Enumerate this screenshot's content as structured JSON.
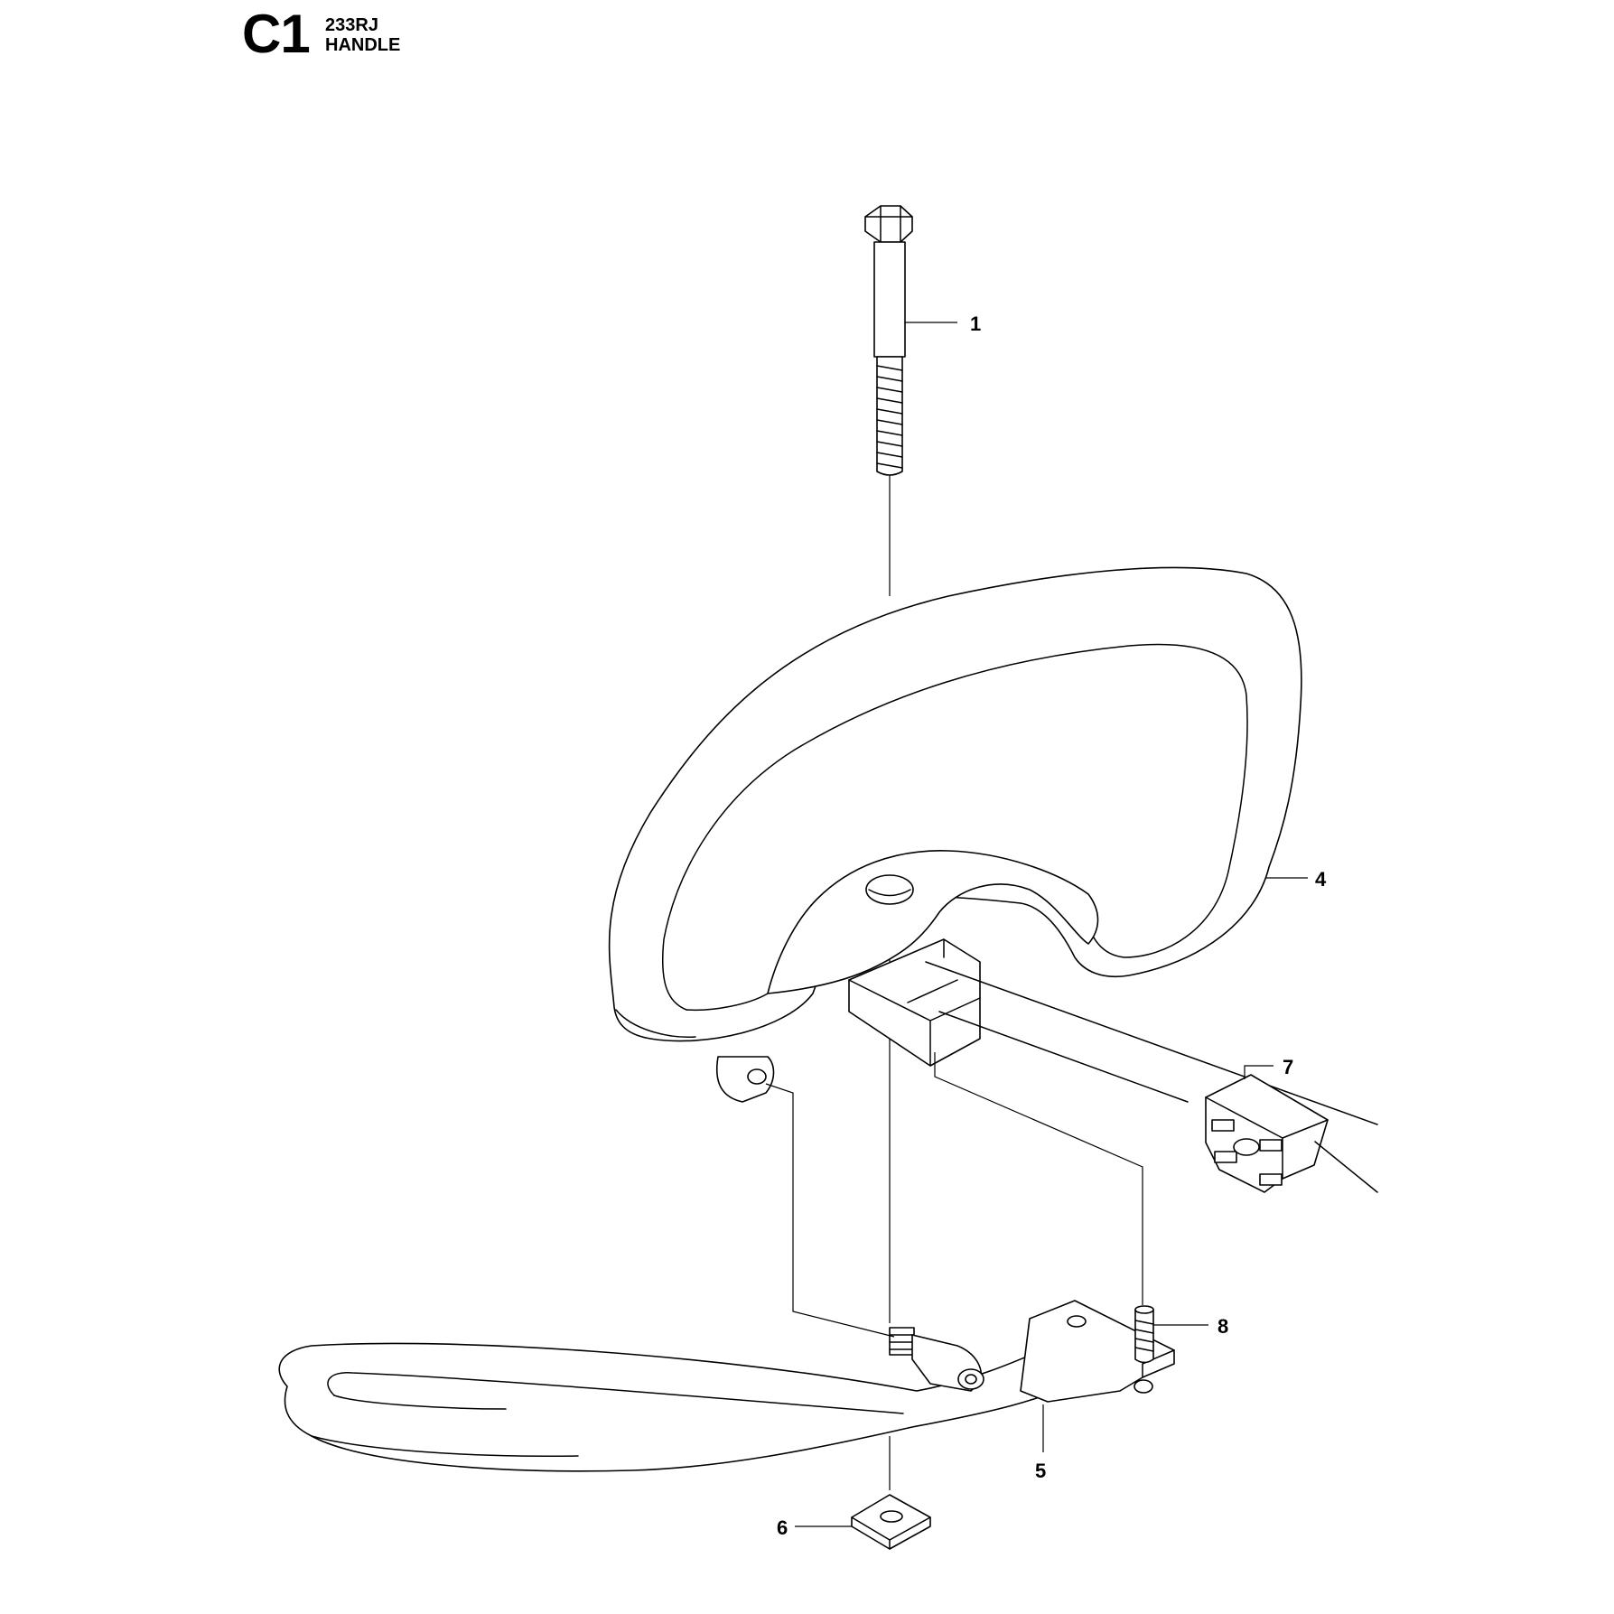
{
  "header": {
    "section_code": "C1",
    "model": "233RJ",
    "part_name": "HANDLE"
  },
  "callouts": [
    {
      "id": "1",
      "label": "1"
    },
    {
      "id": "4",
      "label": "4"
    },
    {
      "id": "5",
      "label": "5"
    },
    {
      "id": "6",
      "label": "6"
    },
    {
      "id": "7",
      "label": "7"
    },
    {
      "id": "8",
      "label": "8"
    }
  ]
}
